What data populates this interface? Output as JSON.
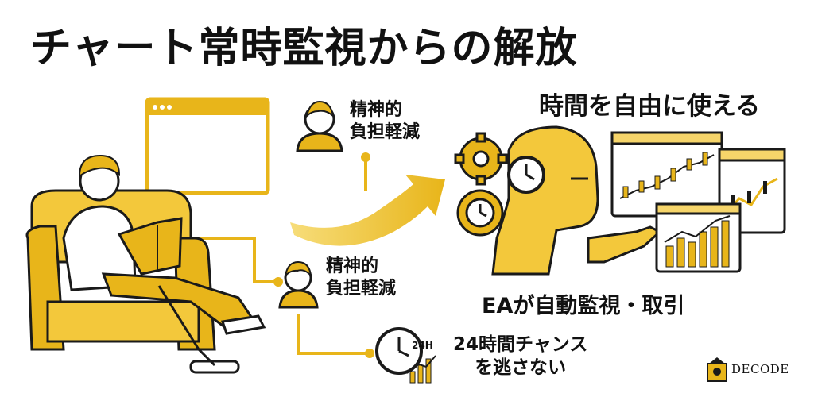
{
  "title": "チャート常時監視からの解放",
  "labels": {
    "top_mental_line1": "精神的",
    "top_mental_line2": "負担軽減",
    "mid_mental_line1": "精神的",
    "mid_mental_line2": "負担軽減",
    "free_time": "時間を自由に使える",
    "ea_monitor": "EAが自動監視・取引",
    "chance_line1": "24時間チャンス",
    "chance_line2": "を逃さない",
    "clock_24h": "24H"
  },
  "logo": {
    "text": "DECODE"
  },
  "colors": {
    "accent": "#E8B51A",
    "dark": "#1A1A1A",
    "light_accent": "#F6D56A"
  },
  "icons": [
    "browser-window-icon",
    "person-icon",
    "arrow-right-icon",
    "gear-icon",
    "clock-icon",
    "robot-icon",
    "chart-window-icon",
    "clock-24h-icon",
    "person-reading-illustration"
  ]
}
